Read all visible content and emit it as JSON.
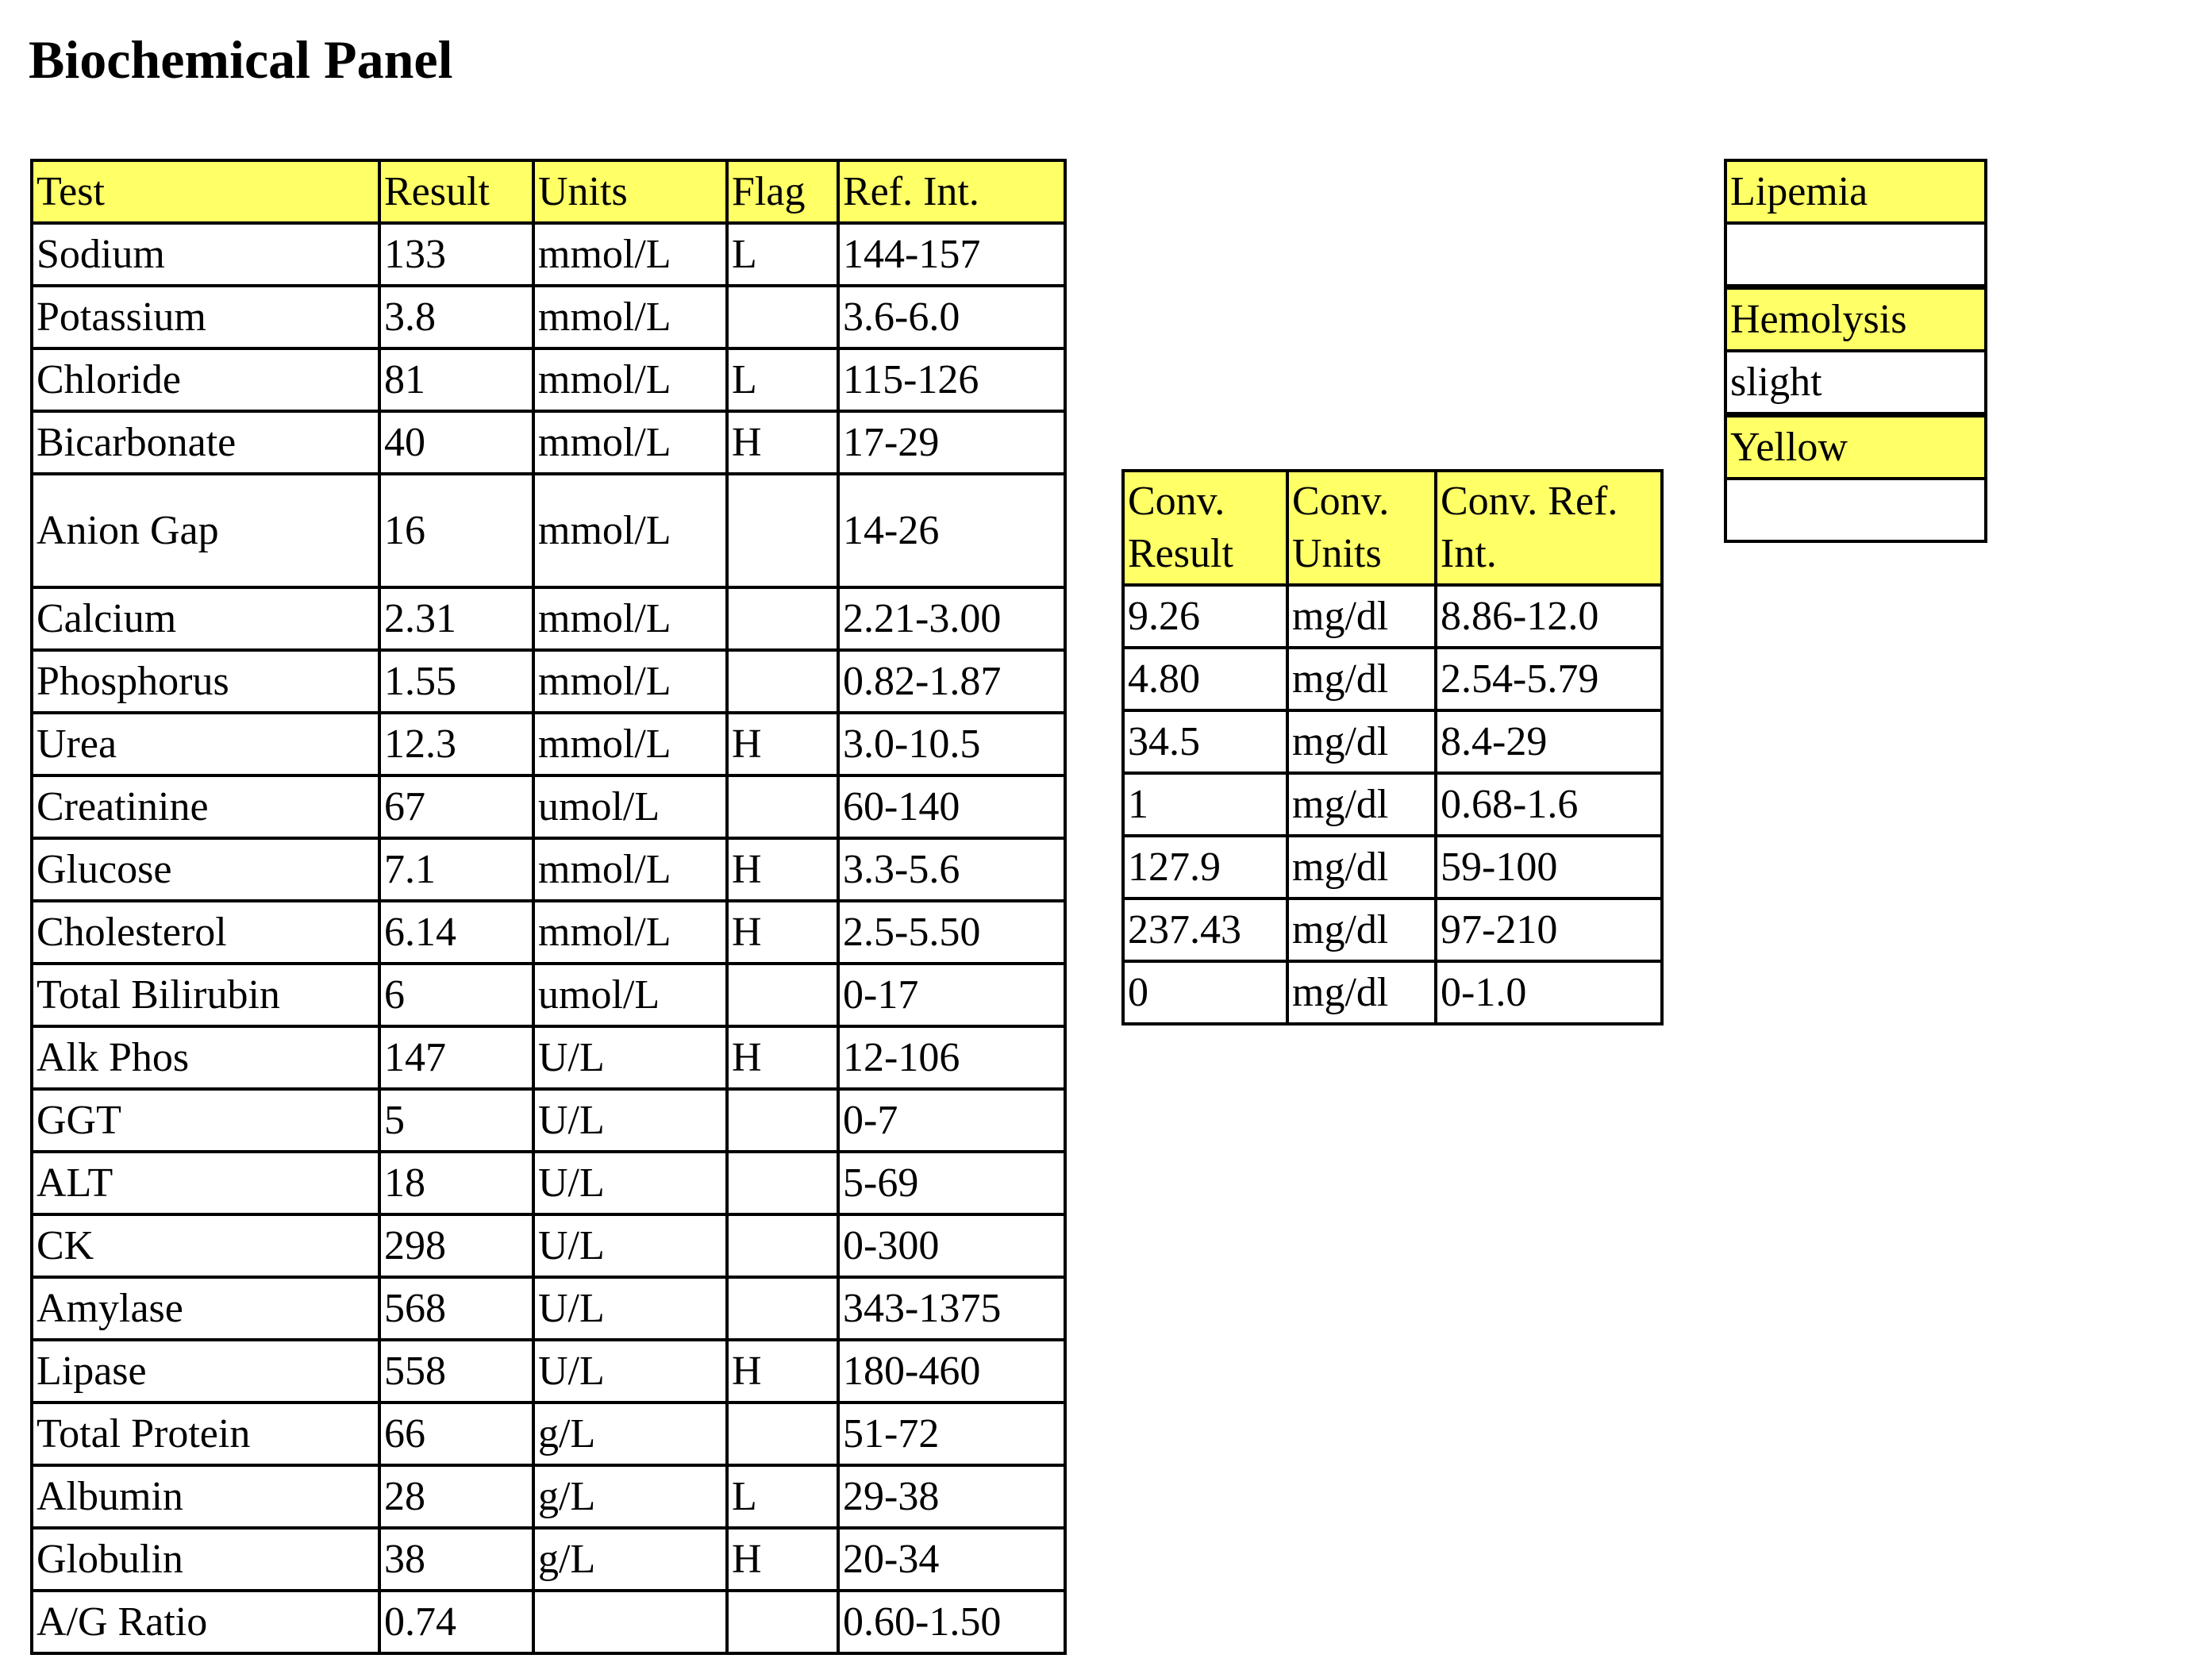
{
  "title": "Biochemical Panel",
  "main_table": {
    "headers": [
      "Test",
      "Result",
      "Units",
      "Flag",
      "Ref. Int."
    ],
    "rows": [
      [
        "Sodium",
        "133",
        "mmol/L",
        "L",
        "144-157"
      ],
      [
        "Potassium",
        "3.8",
        "mmol/L",
        "",
        "3.6-6.0"
      ],
      [
        "Chloride",
        "81",
        "mmol/L",
        "L",
        "115-126"
      ],
      [
        "Bicarbonate",
        "40",
        "mmol/L",
        "H",
        "17-29"
      ],
      [
        "Anion Gap",
        "16",
        "mmol/L",
        "",
        "14-26"
      ],
      [
        "Calcium",
        "2.31",
        "mmol/L",
        "",
        "2.21-3.00"
      ],
      [
        "Phosphorus",
        "1.55",
        "mmol/L",
        "",
        "0.82-1.87"
      ],
      [
        "Urea",
        "12.3",
        "mmol/L",
        "H",
        "3.0-10.5"
      ],
      [
        "Creatinine",
        "67",
        "umol/L",
        "",
        "60-140"
      ],
      [
        "Glucose",
        "7.1",
        "mmol/L",
        "H",
        "3.3-5.6"
      ],
      [
        "Cholesterol",
        "6.14",
        "mmol/L",
        "H",
        "2.5-5.50"
      ],
      [
        "Total Bilirubin",
        "6",
        "umol/L",
        "",
        "0-17"
      ],
      [
        "Alk Phos",
        "147",
        "U/L",
        "H",
        "12-106"
      ],
      [
        "GGT",
        "5",
        "U/L",
        "",
        "0-7"
      ],
      [
        "ALT",
        "18",
        "U/L",
        "",
        "5-69"
      ],
      [
        "CK",
        "298",
        "U/L",
        "",
        "0-300"
      ],
      [
        "Amylase",
        "568",
        "U/L",
        "",
        "343-1375"
      ],
      [
        "Lipase",
        "558",
        "U/L",
        "H",
        "180-460"
      ],
      [
        "Total Protein",
        "66",
        "g/L",
        "",
        "51-72"
      ],
      [
        "Albumin",
        "28",
        "g/L",
        "L",
        "29-38"
      ],
      [
        "Globulin",
        "38",
        "g/L",
        "H",
        "20-34"
      ],
      [
        "A/G Ratio",
        "0.74",
        "",
        "",
        "0.60-1.50"
      ]
    ]
  },
  "conv_table": {
    "headers": [
      "Conv. Result",
      "Conv. Units",
      "Conv. Ref. Int."
    ],
    "rows": [
      [
        "9.26",
        "mg/dl",
        "8.86-12.0"
      ],
      [
        "4.80",
        "mg/dl",
        "2.54-5.79"
      ],
      [
        "34.5",
        "mg/dl",
        "8.4-29"
      ],
      [
        "1",
        "mg/dl",
        "0.68-1.6"
      ],
      [
        "127.9",
        "mg/dl",
        "59-100"
      ],
      [
        "237.43",
        "mg/dl",
        "97-210"
      ],
      [
        "0",
        "mg/dl",
        "0-1.0"
      ]
    ]
  },
  "serum_indices": {
    "lipemia": {
      "label": "Lipemia",
      "value": ""
    },
    "hemolysis": {
      "label": "Hemolysis",
      "value": "slight"
    },
    "color": {
      "label": "Yellow",
      "value": ""
    }
  },
  "colors": {
    "header_fill": "#ffff66",
    "border": "#000000"
  }
}
